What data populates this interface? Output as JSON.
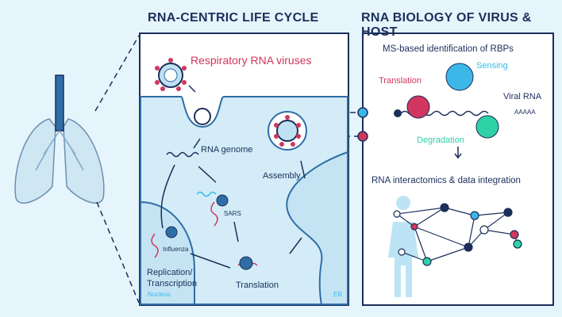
{
  "titles": {
    "left": "RNA-CENTRIC LIFE CYCLE",
    "right": "RNA BIOLOGY OF VIRUS & HOST"
  },
  "lifecycle": {
    "virus_label": "Respiratory RNA viruses",
    "rna_genome": "RNA genome",
    "sars": "SARS",
    "influenza": "Influenza",
    "replication": "Replication/",
    "transcription": "Transcription",
    "nucleus": "Nucleus",
    "translation": "Translation",
    "assembly": "Assembly",
    "er": "ER"
  },
  "biology": {
    "ms_title": "MS-based identification of RBPs",
    "sensing": "Sensing",
    "translation": "Translation",
    "viral_rna": "Viral RNA",
    "polya": "AAAAA",
    "degradation": "Degradation",
    "interactomics": "RNA interactomics & data integration"
  },
  "colors": {
    "navy": "#1c2f5a",
    "crimson": "#d2365e",
    "cyan": "#3bb8e8",
    "teal": "#2fd1a6",
    "cell": "#d3ecf7",
    "background": "#e6f5fc"
  }
}
